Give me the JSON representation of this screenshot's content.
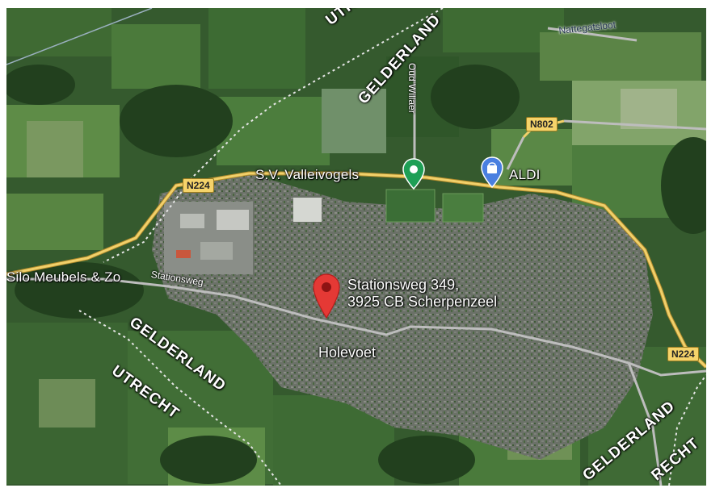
{
  "map": {
    "type": "satellite",
    "colors": {
      "field": "#3f6b34",
      "field_light": "#5c8a45",
      "forest": "#24421f",
      "urban": "#6f756c",
      "main_road": "#e8c35a",
      "local_road": "#bdbdbd",
      "border_line": "#e6e6e6",
      "marker_red": "#e53935",
      "poi_green": "#1e9f55",
      "poi_blue": "#4a7fe0"
    },
    "marker": {
      "icon": "red-location-pin-icon",
      "address_line1": "Stationsweg 349,",
      "address_line2": "3925 CB Scherpenzeel"
    },
    "pois": [
      {
        "name": "S.V. Valleivogels",
        "icon": "green-pin-icon"
      },
      {
        "name": "ALDI",
        "icon": "shopping-bag-pin-icon"
      },
      {
        "name": "Silo Meubels & Zo",
        "icon": ""
      }
    ],
    "places": [
      {
        "name": "Holevoet"
      }
    ],
    "streets": [
      {
        "name": "Stationsweg"
      },
      {
        "name": "Oud Willaer"
      },
      {
        "name": "Nattegatsloot"
      }
    ],
    "road_shields": [
      {
        "text": "N224"
      },
      {
        "text": "N802"
      },
      {
        "text": "N224"
      }
    ],
    "borders": [
      {
        "text": "UTRECHT"
      },
      {
        "text": "GELDERLAND"
      },
      {
        "text": "GELDERLAND"
      },
      {
        "text": "UTRECHT"
      },
      {
        "text": "GELDERLAND"
      },
      {
        "text": "RECHT"
      }
    ]
  }
}
